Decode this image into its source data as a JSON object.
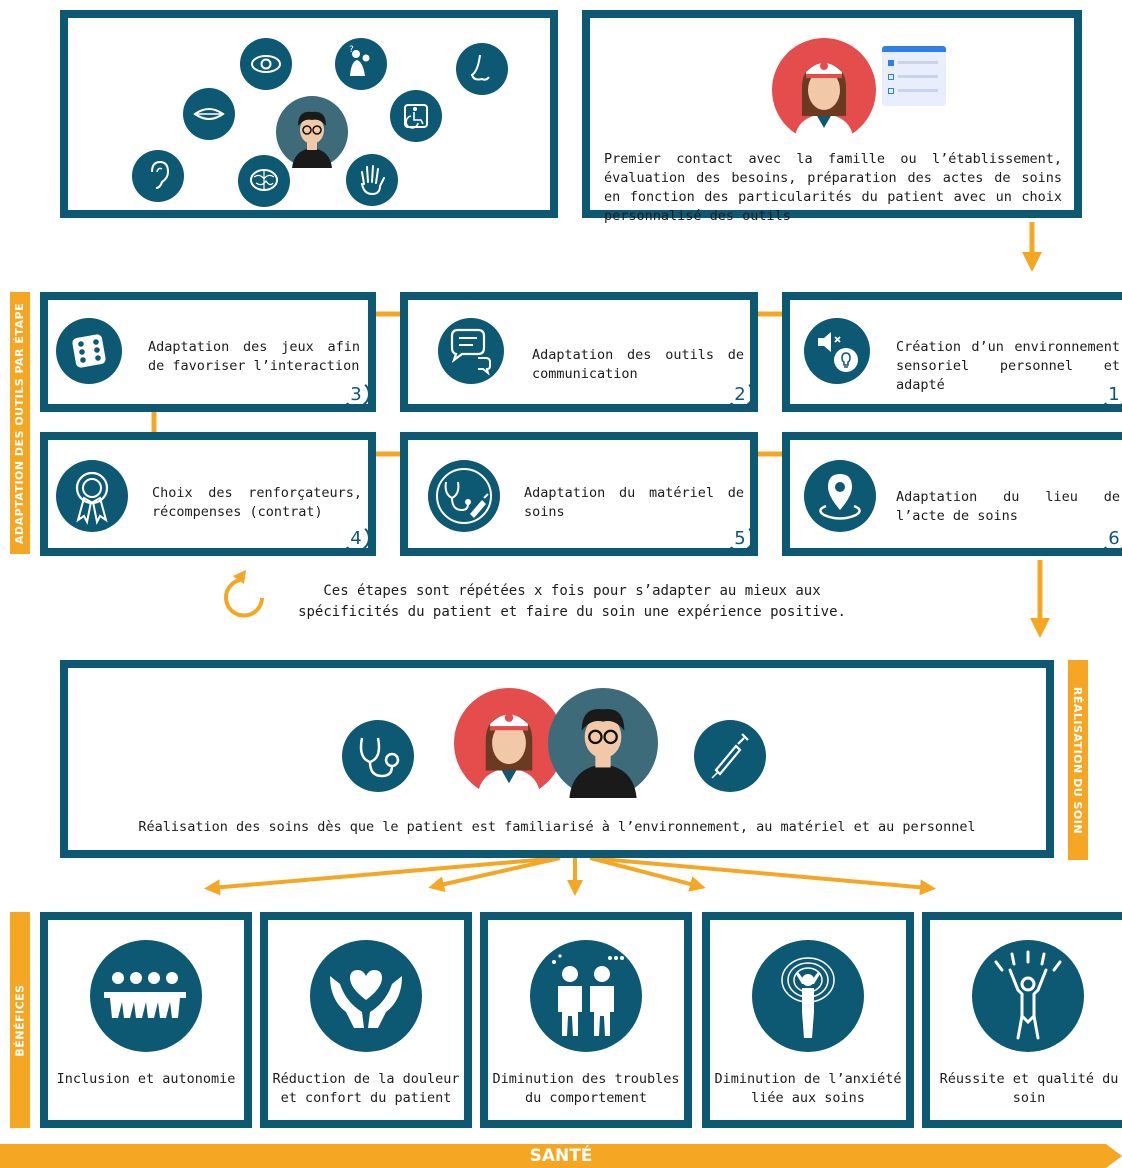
{
  "colors": {
    "primary": "#0d5873",
    "accent": "#f5a623",
    "nurse_bg": "#e54d4d",
    "patient_bg": "#3e6b7a"
  },
  "top": {
    "assessment_text": "Premier contact avec la famille ou l’établissement, évaluation des besoins, préparation des actes de soins en fonction des particularités du patient avec un choix personnalisé des outils"
  },
  "side_labels": {
    "steps": "ADAPTATION DES OUTILS PAR ÉTAPE",
    "realisation": "RÉALISATION DU SOIN",
    "benefits": "BÉNÉFICES"
  },
  "steps": [
    {
      "number": "3",
      "text": "Adaptation des jeux afin de favoriser l’interaction",
      "icon": "dice-icon"
    },
    {
      "number": "2",
      "text": "Adaptation des outils de communication",
      "icon": "speech-bubbles-icon"
    },
    {
      "number": "1",
      "text": "Création d’un environnement sensoriel personnel et adapté",
      "icon": "mute-lightbulb-icon"
    },
    {
      "number": "4",
      "text": "Choix des renforçateurs, récompenses (contrat)",
      "icon": "award-ribbon-icon"
    },
    {
      "number": "5",
      "text": "Adaptation du matériel de soins",
      "icon": "stethoscope-syringe-icon"
    },
    {
      "number": "6",
      "text": "Adaptation du lieu de l’acte de soins",
      "icon": "location-pin-icon"
    }
  ],
  "repeat_note": "Ces étapes sont répétées x fois pour s’adapter au mieux aux spécificités du patient et faire du soin une expérience positive.",
  "realisation_text": "Réalisation des soins dès que le patient est familiarisé à l’environnement, au matériel et au personnel",
  "benefits": [
    {
      "text": "Inclusion et autonomie",
      "icon": "people-chain-icon"
    },
    {
      "text": "Réduction de la douleur et confort du patient",
      "icon": "heart-hands-icon"
    },
    {
      "text": "Diminution des troubles du comportement",
      "icon": "two-people-icon"
    },
    {
      "text": "Diminution de l’anxiété liée aux soins",
      "icon": "anxious-person-icon"
    },
    {
      "text": "Réussite et qualité du soin",
      "icon": "celebrating-person-icon"
    }
  ],
  "footer": "SANTÉ"
}
